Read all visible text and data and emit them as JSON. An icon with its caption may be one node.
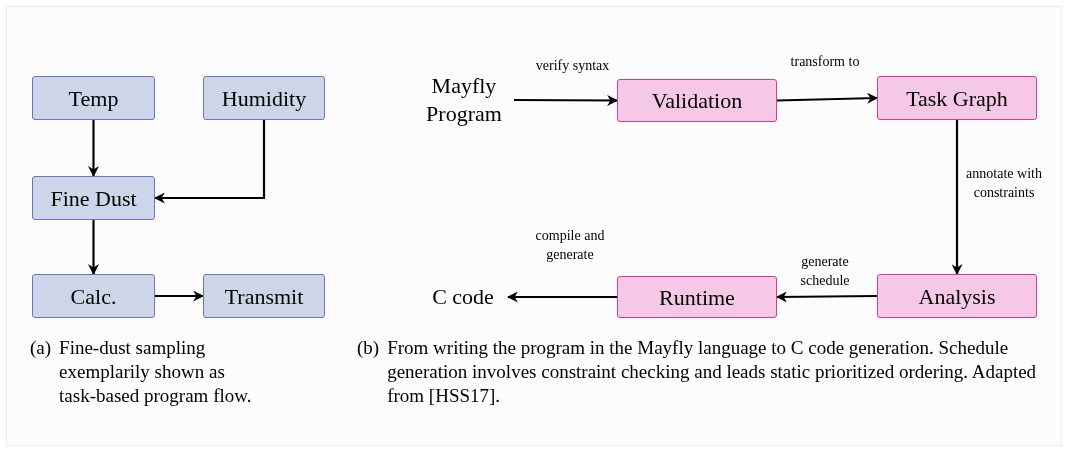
{
  "diagram": {
    "nodes": [
      {
        "text": [
          "Temp"
        ]
      },
      {
        "text": [
          "Humidity"
        ]
      },
      {
        "text": [
          "Fine Dust"
        ]
      },
      {
        "text": [
          "Calc."
        ]
      },
      {
        "text": [
          "Transmit"
        ]
      },
      {
        "text": [
          "Mayfly Program"
        ]
      },
      {
        "text": [
          "Validation"
        ]
      },
      {
        "text": [
          "Task Graph"
        ]
      },
      {
        "text": [
          "Analysis"
        ]
      },
      {
        "text": [
          "Runtime"
        ]
      },
      {
        "text": [
          "C code"
        ]
      }
    ],
    "edges": [
      {
        "from": 0,
        "to": 2,
        "arrow": "to"
      },
      {
        "from": 1,
        "to": 2,
        "arrow": "to"
      },
      {
        "from": 2,
        "to": 3,
        "arrow": "to"
      },
      {
        "from": 3,
        "to": 4,
        "arrow": "to"
      },
      {
        "from": 5,
        "to": 6,
        "arrow": "to",
        "label": "verify syntax"
      },
      {
        "from": 6,
        "to": 7,
        "arrow": "to",
        "label": "transform to"
      },
      {
        "from": 7,
        "to": 8,
        "arrow": "to",
        "label": "annotate with constraints"
      },
      {
        "from": 8,
        "to": 9,
        "arrow": "to",
        "label": "generate schedule"
      },
      {
        "from": 9,
        "to": 10,
        "arrow": "to",
        "label": "compile and generate"
      }
    ],
    "labels": [
      "(a)",
      "Fine-dust sampling exemplarily shown as task-based program flow.",
      "(b)",
      "From writing the program in the Mayfly language to C code generation. Schedule generation involves constraint checking and leads static prioritized ordering. Adapted from [HSS17]."
    ]
  }
}
